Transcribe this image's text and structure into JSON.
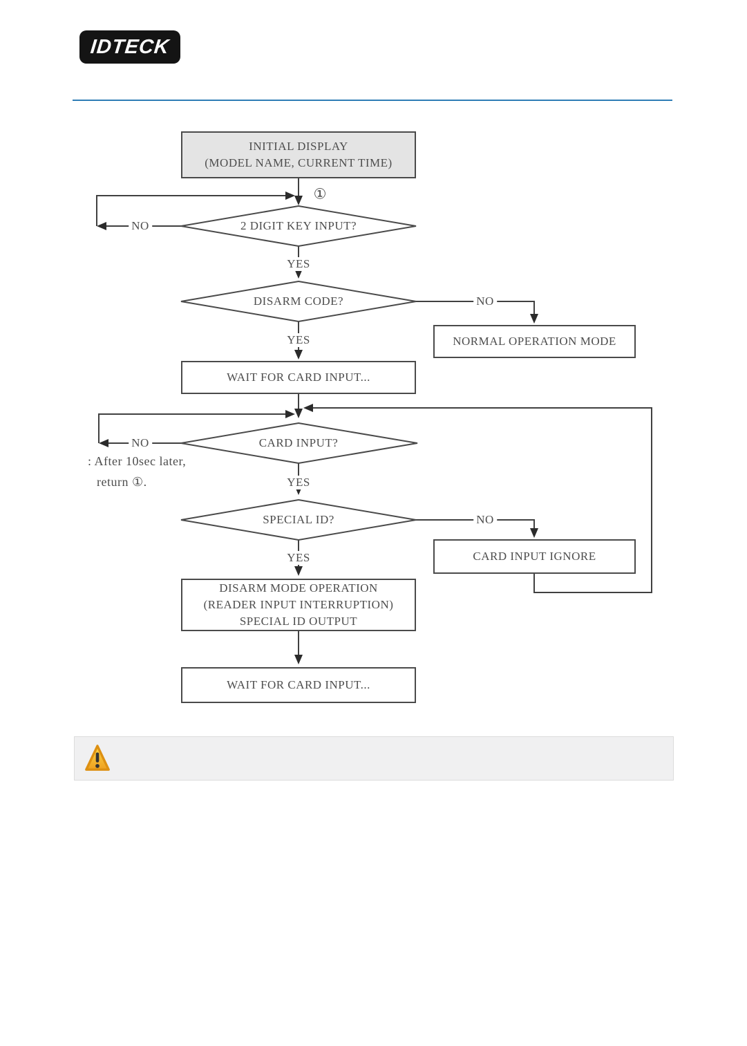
{
  "header": {
    "logo_text": "IDTECK"
  },
  "flowchart": {
    "marker_1": "①",
    "labels": {
      "yes": "YES",
      "no": "NO"
    },
    "nodes": {
      "initial_display": {
        "line1": "INITIAL DISPLAY",
        "line2": "(MODEL NAME, CURRENT TIME)"
      },
      "digit_key_decision": "2 DIGIT KEY INPUT?",
      "disarm_code_decision": "DISARM CODE?",
      "normal_operation": "NORMAL OPERATION MODE",
      "wait_card_1": "WAIT FOR CARD INPUT...",
      "card_input_decision": "CARD INPUT?",
      "special_id_decision": "SPECIAL ID?",
      "card_input_ignore": "CARD INPUT IGNORE",
      "disarm_mode": {
        "line1": "DISARM MODE OPERATION",
        "line2": "(READER INPUT INTERRUPTION)",
        "line3": "SPECIAL ID OUTPUT"
      },
      "wait_card_2": "WAIT FOR CARD INPUT..."
    },
    "note": {
      "line1": ": After 10sec later,",
      "line2": "return ①."
    }
  },
  "footer": {
    "warning_icon": "warning-triangle"
  },
  "colors": {
    "divider_blue": "#2e7cb5",
    "flow_line": "#404040",
    "box_border": "#4a4a4a",
    "box_fill_gray": "#e4e4e4",
    "warning_bar_bg": "#f0f0f1",
    "warning_gold": "#f5b61e",
    "warning_orange": "#e09112"
  }
}
